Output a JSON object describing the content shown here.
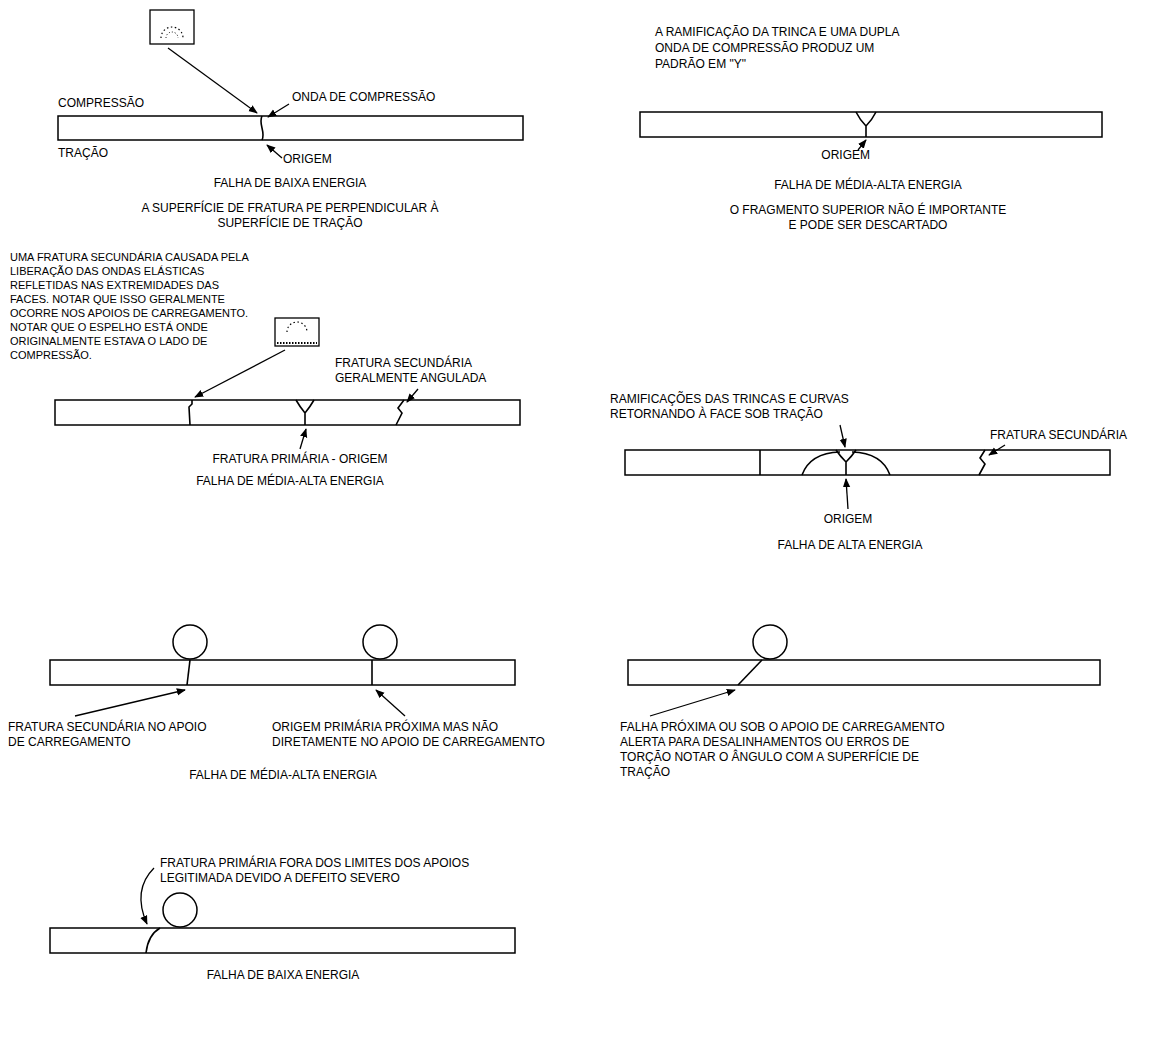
{
  "diagram": {
    "labels": [
      "ONDA DE COMPRESSÃO",
      "COMPRESSÃO",
      "TRAÇÃO",
      "ORIGEM",
      "FALHA DE BAIXA ENERGIA",
      "A SUPERFÍCIE DE FRATURA PE PERPENDICULAR À SUPERFÍCIE DE TRAÇÃO",
      "A RAMIFICAÇÃO DA TRINCA E UMA DUPLA ONDA DE COMPRESSÃO PRODUZ UM PADRÃO EM \"Y\"",
      "ORIGEM",
      "FALHA DE MÉDIA-ALTA ENERGIA",
      "O FRAGMENTO SUPERIOR NÃO É IMPORTANTE E PODE SER DESCARTADO",
      "UMA FRATURA SECUNDÁRIA CAUSADA PELA LIBERAÇÃO DAS ONDAS ELÁSTICAS REFLETIDAS NAS EXTREMIDADES DAS FACES. NOTAR QUE ISSO GERALMENTE OCORRE NOS APOIOS DE CARREGAMENTO. NOTAR QUE O ESPELHO ESTÁ ONDE ORIGINALMENTE ESTAVA O LADO DE COMPRESSÃO.",
      "FRATURA SECUNDÁRIA GERALMENTE ANGULADA",
      "FRATURA PRIMÁRIA - ORIGEM",
      "FALHA DE MÉDIA-ALTA ENERGIA",
      "RAMIFICAÇÕES DAS TRINCAS E CURVAS RETORNANDO À FACE SOB TRAÇÃO",
      "FRATURA SECUNDÁRIA",
      "ORIGEM",
      "FALHA DE ALTA ENERGIA",
      "FRATURA SECUNDÁRIA NO APOIO DE CARREGAMENTO",
      "ORIGEM PRIMÁRIA PRÓXIMA MAS NÃO DIRETAMENTE NO APOIO DE CARREGAMENTO",
      "FALHA DE MÉDIA-ALTA ENERGIA",
      "FALHA PRÓXIMA OU SOB O APOIO DE CARREGAMENTO ALERTA PARA DESALINHAMENTOS OU ERROS DE TORÇÃO NOTAR O ÂNGULO COM A SUPERFÍCIE DE TRAÇÃO",
      "FRATURA PRIMÁRIA FORA DOS LIMITES DOS APOIOS LEGITIMADA DEVIDO A DEFEITO SEVERO",
      "FALHA DE BAIXA ENERGIA"
    ]
  }
}
